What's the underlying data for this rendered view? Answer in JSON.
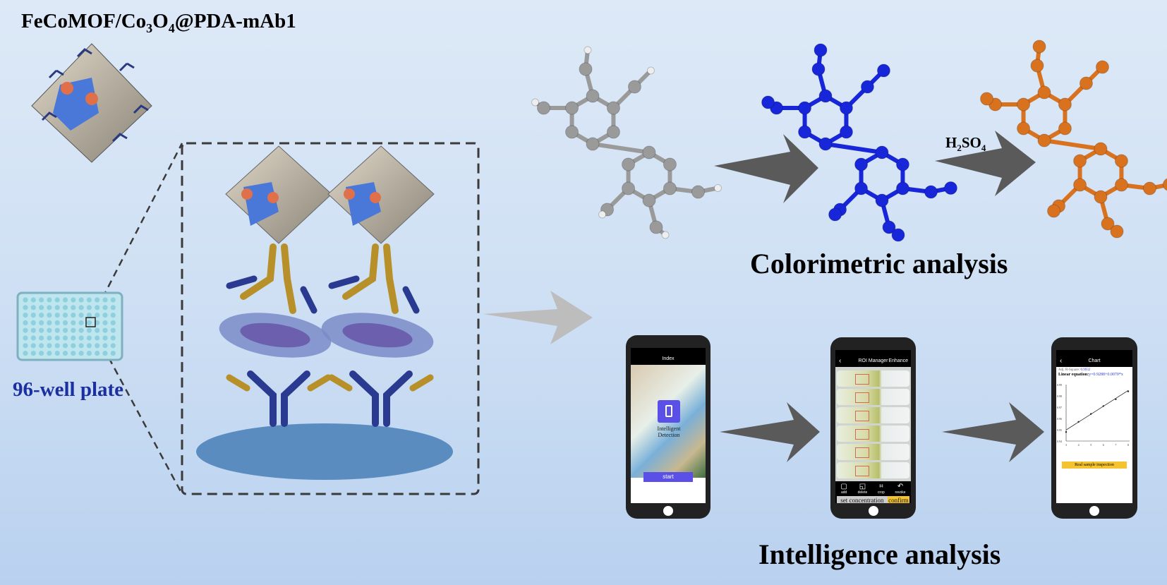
{
  "title": {
    "main": "FeCoMOF/Co",
    "sub1": "3",
    "mid": "O",
    "sub2": "4",
    "end": "@PDA-mAb1"
  },
  "plate_label": "96-well plate",
  "reagent": {
    "main": "H",
    "sub1": "2",
    "mid": "SO",
    "sub2": "4"
  },
  "colorimetric_label": "Colorimetric analysis",
  "intelligence_label": "Intelligence analysis",
  "phones": {
    "index": {
      "title": "Index",
      "center_label": "Intelligent Detection",
      "start": "start"
    },
    "roi": {
      "title": "ROI Manager",
      "enhance": "Enhance",
      "tools": [
        "add",
        "delete",
        "crop",
        "revoke"
      ],
      "set_concentration": "set concentration",
      "confirm": "confirm"
    },
    "chart": {
      "title": "Chart",
      "r2_label": "Adj. R-Square:",
      "r2_value": "0.9932",
      "eq_label": "Linear equation:",
      "eq_value": "y=0.9288+0.0070*x",
      "button": "Real sample inspection",
      "chart_data": {
        "type": "scatter",
        "x": [
          3,
          4,
          5,
          6,
          7,
          8
        ],
        "y": [
          0.948,
          0.957,
          0.964,
          0.971,
          0.977,
          0.984
        ],
        "ylim": [
          0.94,
          0.99
        ],
        "xlim": [
          3,
          8
        ],
        "yticks": [
          "0.94",
          "0.95",
          "0.96",
          "0.97",
          "0.98",
          "0.99"
        ]
      }
    }
  },
  "colors": {
    "plate_label": "#1b2fa0",
    "tmb": "#9a9a9a",
    "oxTMB": "#1626d8",
    "product": "#d9721f",
    "ellipse": "#5b8cc0",
    "arrow": "#5a5a5a"
  }
}
